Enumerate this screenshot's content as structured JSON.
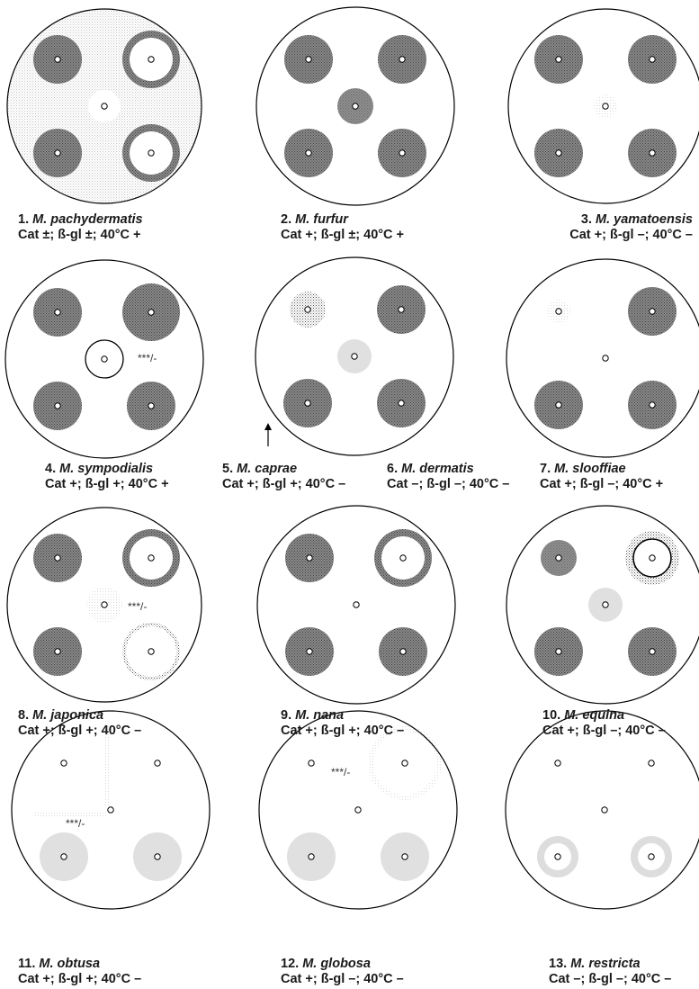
{
  "colors": {
    "dark": "#6a6a6a",
    "mid": "#8c8c8c",
    "light": "#cfcfcf",
    "grey": "#e3e3e3"
  },
  "plates": [
    {
      "num": "1.",
      "species": "M. pachydermatis",
      "tests": "Cat ±; ß-gl ±; 40°C +",
      "background": "light",
      "wells": {
        "tl": {
          "zone": "dark"
        },
        "tr": {
          "zone": "ring-dark"
        },
        "c": {
          "zone": "clear"
        },
        "bl": {
          "zone": "dark"
        },
        "br": {
          "zone": "ring-dark"
        }
      },
      "annotation": ""
    },
    {
      "num": "2.",
      "species": "M. furfur",
      "tests": "Cat +; ß-gl ±; 40°C +",
      "background": "none",
      "wells": {
        "tl": {
          "zone": "dark"
        },
        "tr": {
          "zone": "dark"
        },
        "c": {
          "zone": "mid"
        },
        "bl": {
          "zone": "dark"
        },
        "br": {
          "zone": "dark"
        }
      },
      "annotation": ""
    },
    {
      "num": "3.",
      "species": "M. yamatoensis",
      "tests": "Cat +; ß-gl –; 40°C –",
      "background": "none",
      "wells": {
        "tl": {
          "zone": "dark"
        },
        "tr": {
          "zone": "dark"
        },
        "c": {
          "zone": "faint-small"
        },
        "bl": {
          "zone": "dark"
        },
        "br": {
          "zone": "dark"
        }
      },
      "annotation": ""
    },
    {
      "num": "4.",
      "species": "M. sympodialis",
      "tests": "Cat +; ß-gl +; 40°C +",
      "background": "none",
      "wells": {
        "tl": {
          "zone": "dark"
        },
        "tr": {
          "zone": "dark-large"
        },
        "c": {
          "zone": "outline"
        },
        "bl": {
          "zone": "dark"
        },
        "br": {
          "zone": "dark"
        }
      },
      "annotation": "***/-"
    },
    {
      "num": "5.",
      "species": "M. caprae",
      "tests": "Cat +; ß-gl +; 40°C –",
      "background": "none",
      "wells": {
        "tl": {
          "zone": "dotted-small"
        },
        "tr": {
          "zone": "dark"
        },
        "c": {
          "zone": "grey"
        },
        "bl": {
          "zone": "dark"
        },
        "br": {
          "zone": "dark"
        }
      },
      "annotation": ""
    },
    {
      "num": "6.",
      "species": "M. dermatis",
      "tests": "Cat –; ß-gl –; 40°C –",
      "background": "none",
      "wells": null,
      "annotation": ""
    },
    {
      "num": "7.",
      "species": "M. slooffiae",
      "tests": "Cat +; ß-gl –; 40°C +",
      "background": "none",
      "wells": {
        "tl": {
          "zone": "faint-small"
        },
        "tr": {
          "zone": "dark"
        },
        "c": {
          "zone": "none"
        },
        "bl": {
          "zone": "dark"
        },
        "br": {
          "zone": "dark"
        }
      },
      "annotation": ""
    },
    {
      "num": "8.",
      "species": "M. japonica",
      "tests": "Cat +; ß-gl +; 40°C –",
      "background": "none",
      "wells": {
        "tl": {
          "zone": "dark"
        },
        "tr": {
          "zone": "ring-dark"
        },
        "c": {
          "zone": "faint"
        },
        "bl": {
          "zone": "dark"
        },
        "br": {
          "zone": "ring-dotted"
        }
      },
      "annotation": "***/-"
    },
    {
      "num": "9.",
      "species": "M. nana",
      "tests": "Cat +; ß-gl +; 40°C –",
      "background": "none",
      "wells": {
        "tl": {
          "zone": "dark"
        },
        "tr": {
          "zone": "ring-dark"
        },
        "c": {
          "zone": "none"
        },
        "bl": {
          "zone": "dark"
        },
        "br": {
          "zone": "dark"
        }
      },
      "annotation": ""
    },
    {
      "num": "10.",
      "species": "M. equina",
      "tests": "Cat +; ß-gl –; 40°C –",
      "background": "none",
      "wells": {
        "tl": {
          "zone": "mid"
        },
        "tr": {
          "zone": "ring-outline-dotted"
        },
        "c": {
          "zone": "grey"
        },
        "bl": {
          "zone": "dark"
        },
        "br": {
          "zone": "dark"
        }
      },
      "annotation": ""
    },
    {
      "num": "11.",
      "species": "M. obtusa",
      "tests": "Cat +; ß-gl +; 40°C –",
      "background": "none",
      "wells": {
        "tl": {
          "zone": "none"
        },
        "tr": {
          "zone": "none"
        },
        "c": {
          "zone": "corner-dotted"
        },
        "bl": {
          "zone": "grey"
        },
        "br": {
          "zone": "grey"
        }
      },
      "annotation": "***/-"
    },
    {
      "num": "12.",
      "species": "M. globosa",
      "tests": "Cat +; ß-gl –; 40°C –",
      "background": "none",
      "wells": {
        "tl": {
          "zone": "none"
        },
        "tr": {
          "zone": "faint-large"
        },
        "c": {
          "zone": "none"
        },
        "bl": {
          "zone": "grey"
        },
        "br": {
          "zone": "grey"
        }
      },
      "annotation": "***/-"
    },
    {
      "num": "13.",
      "species": "M. restricta",
      "tests": "Cat –; ß-gl –; 40°C –",
      "background": "none",
      "wells": {
        "tl": {
          "zone": "none"
        },
        "tr": {
          "zone": "none"
        },
        "c": {
          "zone": "none"
        },
        "bl": {
          "zone": "ring-grey"
        },
        "br": {
          "zone": "ring-grey"
        }
      },
      "annotation": ""
    }
  ]
}
